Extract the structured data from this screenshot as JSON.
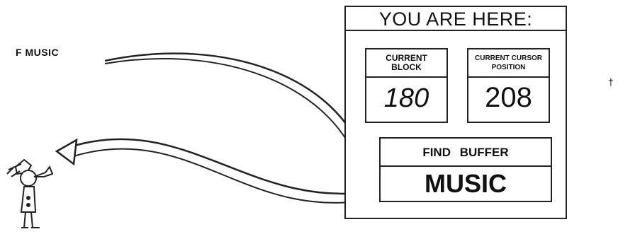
{
  "command": "F MUSIC",
  "dagger": "†",
  "panel": {
    "title": "YOU ARE HERE:",
    "current_block": {
      "label_line1": "CURRENT",
      "label_line2": "BLOCK",
      "value": "180"
    },
    "cursor_position": {
      "label_line1": "CURRENT CURSOR",
      "label_line2": "POSITION",
      "value": "208"
    },
    "find_buffer": {
      "label": "FIND BUFFER",
      "value": "MUSIC"
    }
  }
}
